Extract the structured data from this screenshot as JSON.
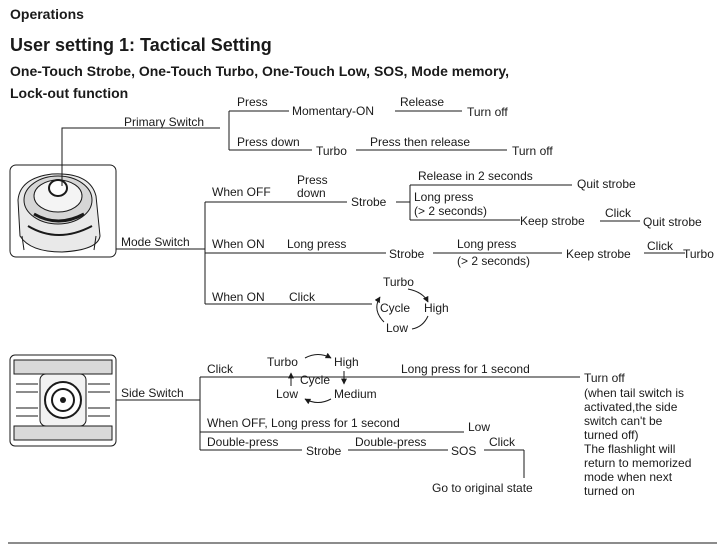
{
  "page": {
    "section": "Operations",
    "title": "User setting 1: Tactical Setting",
    "subtitle_line1": "One-Touch Strobe, One-Touch Turbo, One-Touch Low, SOS, Mode memory,",
    "subtitle_line2": "Lock-out function"
  },
  "primary": {
    "label": "Primary Switch",
    "b1": {
      "action": "Press",
      "result": "Momentary-ON",
      "action2": "Release",
      "end": "Turn off"
    },
    "b2": {
      "action": "Press down",
      "result": "Turbo",
      "action2": "Press then release",
      "end": "Turn off"
    }
  },
  "mode": {
    "label": "Mode Switch",
    "off": {
      "cond": "When OFF",
      "act1": "Press",
      "act2": "down",
      "result": "Strobe",
      "r1": "Release in 2 seconds",
      "r1_end": "Quit strobe",
      "r2a": "Long press",
      "r2b": "(> 2 seconds)",
      "r2_end": "Keep strobe",
      "r2_click": "Click",
      "r2_final": "Quit strobe"
    },
    "on_long": {
      "cond": "When ON",
      "act": "Long press",
      "result": "Strobe",
      "lp1": "Long press",
      "lp2": "(> 2 seconds)",
      "keep": "Keep strobe",
      "click": "Click",
      "final": "Turbo"
    },
    "on_click": {
      "cond": "When ON",
      "act": "Click",
      "cycle": "Cycle",
      "turbo": "Turbo",
      "high": "High",
      "low": "Low"
    }
  },
  "side": {
    "label": "Side Switch",
    "click": "Click",
    "cycle": {
      "turbo": "Turbo",
      "high": "High",
      "label": "Cycle",
      "low": "Low",
      "medium": "Medium"
    },
    "long1": "Long press for 1 second",
    "off_long": "When OFF, Long press for 1 second",
    "low_result": "Low",
    "double": "Double-press",
    "strobe": "Strobe",
    "double2": "Double-press",
    "sos": "SOS",
    "sos_click": "Click",
    "original": "Go to original state",
    "turnoff": "Turn off",
    "note": [
      "(when tail switch is",
      "activated,the side",
      "switch can't be",
      "turned off)",
      "The flashlight will",
      "return to memorized",
      "mode when next",
      "turned on"
    ]
  }
}
